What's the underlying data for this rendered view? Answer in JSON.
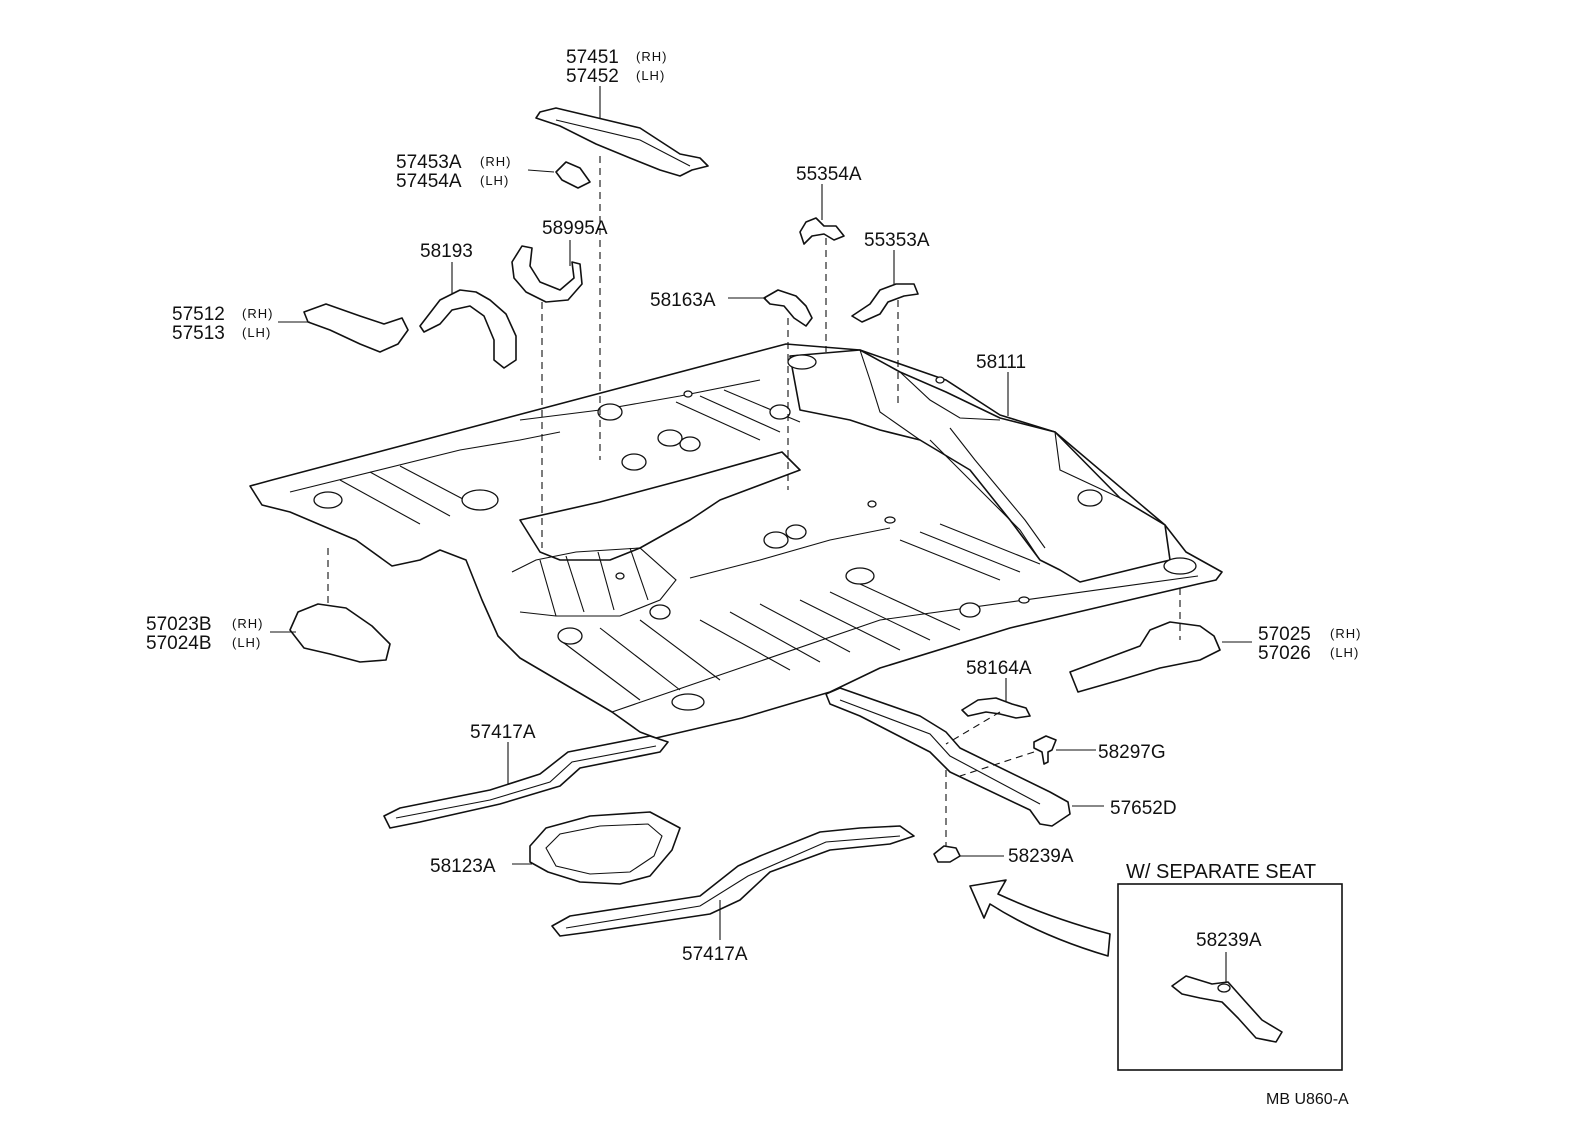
{
  "labels": {
    "p57451": {
      "num": "57451",
      "side": "(RH)"
    },
    "p57452": {
      "num": "57452",
      "side": "(LH)"
    },
    "p57453A": {
      "num": "57453A",
      "side": "(RH)"
    },
    "p57454A": {
      "num": "57454A",
      "side": "(LH)"
    },
    "p55354A": {
      "num": "55354A"
    },
    "p58995A": {
      "num": "58995A"
    },
    "p58193": {
      "num": "58193"
    },
    "p55353A": {
      "num": "55353A"
    },
    "p58163A": {
      "num": "58163A"
    },
    "p57512": {
      "num": "57512",
      "side": "(RH)"
    },
    "p57513": {
      "num": "57513",
      "side": "(LH)"
    },
    "p58111": {
      "num": "58111"
    },
    "p57023B": {
      "num": "57023B",
      "side": "(RH)"
    },
    "p57024B": {
      "num": "57024B",
      "side": "(LH)"
    },
    "p57025": {
      "num": "57025",
      "side": "(RH)"
    },
    "p57026": {
      "num": "57026",
      "side": "(LH)"
    },
    "p58164A": {
      "num": "58164A"
    },
    "p57417A_top": {
      "num": "57417A"
    },
    "p58297G": {
      "num": "58297G"
    },
    "p57652D": {
      "num": "57652D"
    },
    "p58123A": {
      "num": "58123A"
    },
    "p58239A": {
      "num": "58239A"
    },
    "p57417A_bottom": {
      "num": "57417A"
    }
  },
  "inset": {
    "title": "W/ SEPARATE  SEAT",
    "part": {
      "num": "58239A"
    }
  },
  "diagram_code": "MB U860-A"
}
